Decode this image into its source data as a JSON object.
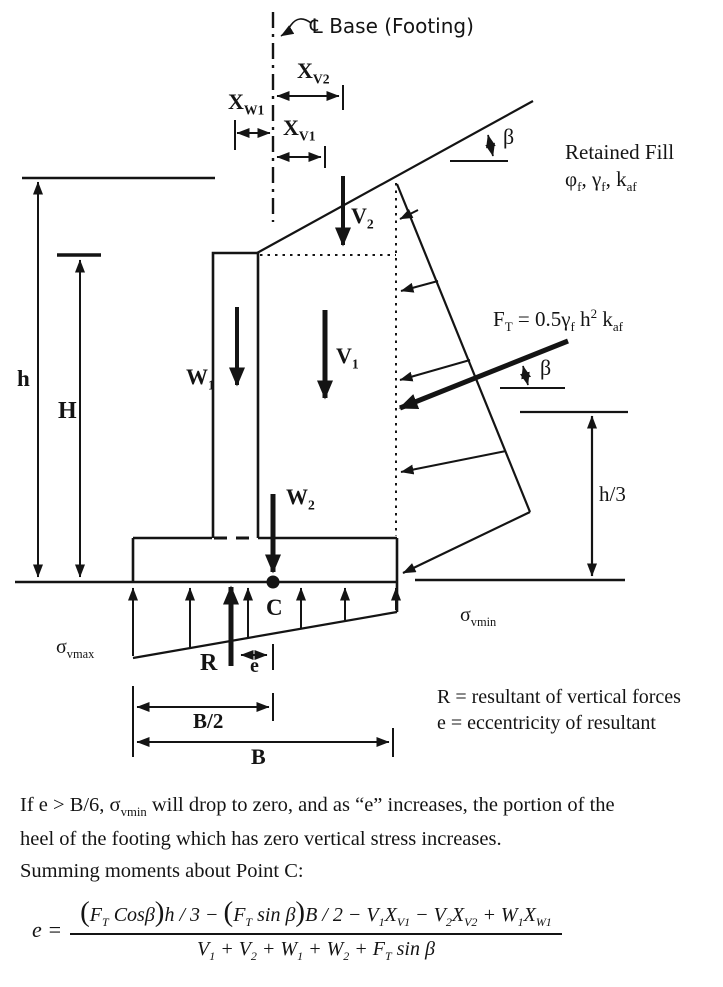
{
  "colors": {
    "ink": "#141414",
    "bg": "#ffffff"
  },
  "diagram": {
    "labels": {
      "cl_base": "℄ Base (Footing)",
      "xv2": [
        {
          "t": "X",
          "s": "V2"
        }
      ],
      "xw1": [
        {
          "t": "X",
          "s": "W1"
        }
      ],
      "xv1": [
        {
          "t": "X",
          "s": "V1"
        }
      ],
      "beta_top": "β",
      "beta_ft": "β",
      "retained_fill_line1": "Retained Fill",
      "retained_fill_line2": [
        {
          "t": "φ",
          "s": "f"
        },
        {
          "t": ", γ",
          "s": "f"
        },
        {
          "t": ", k",
          "s": "af"
        }
      ],
      "ft_equation": [
        {
          "t": "F",
          "s": "T"
        },
        {
          "t": " = 0.5γ",
          "s": "f"
        },
        {
          "t": " h",
          "p": "2"
        },
        {
          "t": " k",
          "s": "af"
        }
      ],
      "v2": [
        {
          "t": "V",
          "s": "2"
        }
      ],
      "v1": [
        {
          "t": "V",
          "s": "1"
        }
      ],
      "w1": [
        {
          "t": "W",
          "s": "1"
        }
      ],
      "w2": [
        {
          "t": "W",
          "s": "2"
        }
      ],
      "h": "h",
      "H": "H",
      "h_over_3": "h/3",
      "point_c": "C",
      "resultant_r": "R",
      "eccentricity_e": "e",
      "sigma_vmax": [
        {
          "t": "σ",
          "s": "vmax"
        }
      ],
      "sigma_vmin": [
        {
          "t": "σ",
          "s": "vmin"
        }
      ],
      "b_half": "B/2",
      "b": "B"
    }
  },
  "legend": {
    "line1": "R = resultant of vertical forces",
    "line2": "e = eccentricity of resultant"
  },
  "notes": {
    "para_line1": [
      {
        "t": "If e > B/6, σ",
        "s": "vmin"
      },
      {
        "t": " will drop to zero, and as “e” increases, the portion of the"
      }
    ],
    "para_line2": "heel of the footing which has zero vertical stress increases.",
    "summing": "Summing moments about Point C:"
  },
  "formula": {
    "lhs": "e =",
    "numerator": [
      {
        "t": "(",
        "c": "big"
      },
      {
        "t": "F",
        "s": "T"
      },
      {
        "t": " Cosβ"
      },
      {
        "t": ")",
        "c": "big"
      },
      {
        "t": "h / 3 − "
      },
      {
        "t": "(",
        "c": "big"
      },
      {
        "t": "F",
        "s": "T"
      },
      {
        "t": " sin β"
      },
      {
        "t": ")",
        "c": "big"
      },
      {
        "t": "B / 2 − "
      },
      {
        "t": "V",
        "s": "1"
      },
      {
        "t": "X",
        "s": "V1"
      },
      {
        "t": " − V",
        "s": "2"
      },
      {
        "t": "X",
        "s": "V2"
      },
      {
        "t": " + W",
        "s": "1"
      },
      {
        "t": "X",
        "s": "W1"
      }
    ],
    "denominator": [
      {
        "t": "V",
        "s": "1"
      },
      {
        "t": " + V",
        "s": "2"
      },
      {
        "t": " + W",
        "s": "1"
      },
      {
        "t": " + W",
        "s": "2"
      },
      {
        "t": " + F",
        "s": "T"
      },
      {
        "t": " sin β"
      }
    ]
  }
}
